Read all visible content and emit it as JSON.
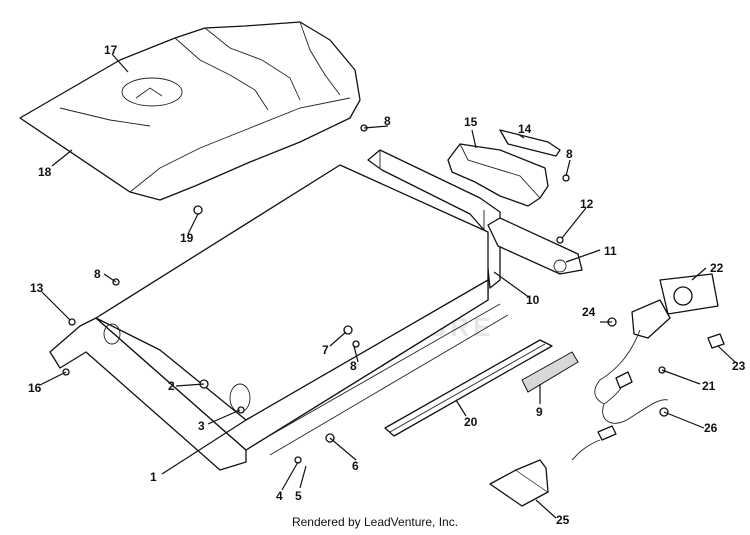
{
  "credit": "Rendered by LeadVenture, Inc.",
  "watermark": {
    "text": "LEADVENTURE",
    "color": "#e6e6e6"
  },
  "callouts": [
    "1",
    "2",
    "3",
    "4",
    "5",
    "6",
    "7",
    "8",
    "8",
    "8",
    "8",
    "9",
    "10",
    "11",
    "12",
    "13",
    "14",
    "15",
    "16",
    "17",
    "18",
    "19",
    "20",
    "21",
    "22",
    "23",
    "24",
    "25",
    "26"
  ]
}
